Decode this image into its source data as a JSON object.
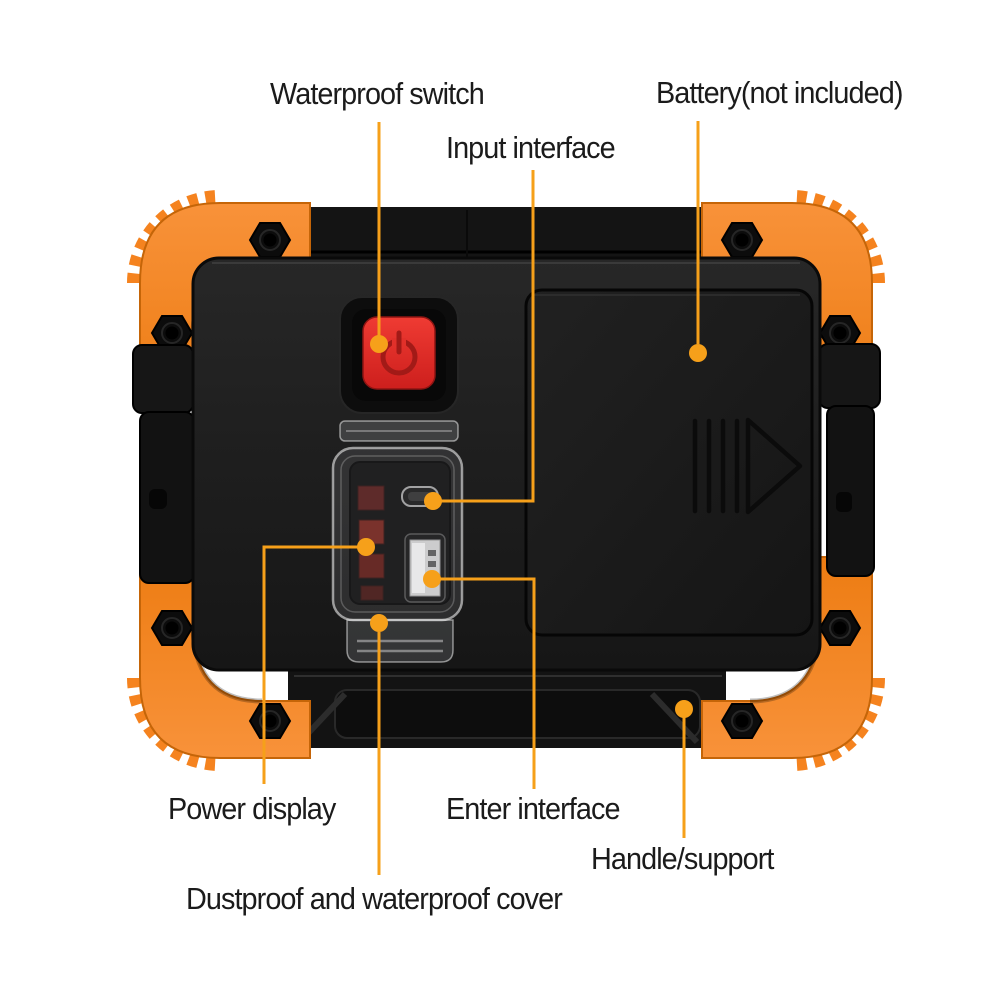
{
  "type": "annotated-product-diagram",
  "subject": "portable LED work light, rear view",
  "background": "#ffffff",
  "callout": {
    "line_color": "#f6a01a",
    "dot_color": "#f6a01a"
  },
  "colors": {
    "bumper_orange": "#f5831f",
    "bumper_orange_dark": "#c56508",
    "body_black": "#1c1c1c",
    "button_red": "#e02b26",
    "usb_metal": "#c9c9c9"
  },
  "labels": {
    "waterproof_switch": "Waterproof switch",
    "input_interface": "Input interface",
    "battery": "Battery(not included)",
    "power_display": "Power display",
    "enter_interface": "Enter interface",
    "handle_support": "Handle/support",
    "dustproof_cover": "Dustproof and waterproof cover"
  },
  "icons": [
    "power-icon"
  ]
}
